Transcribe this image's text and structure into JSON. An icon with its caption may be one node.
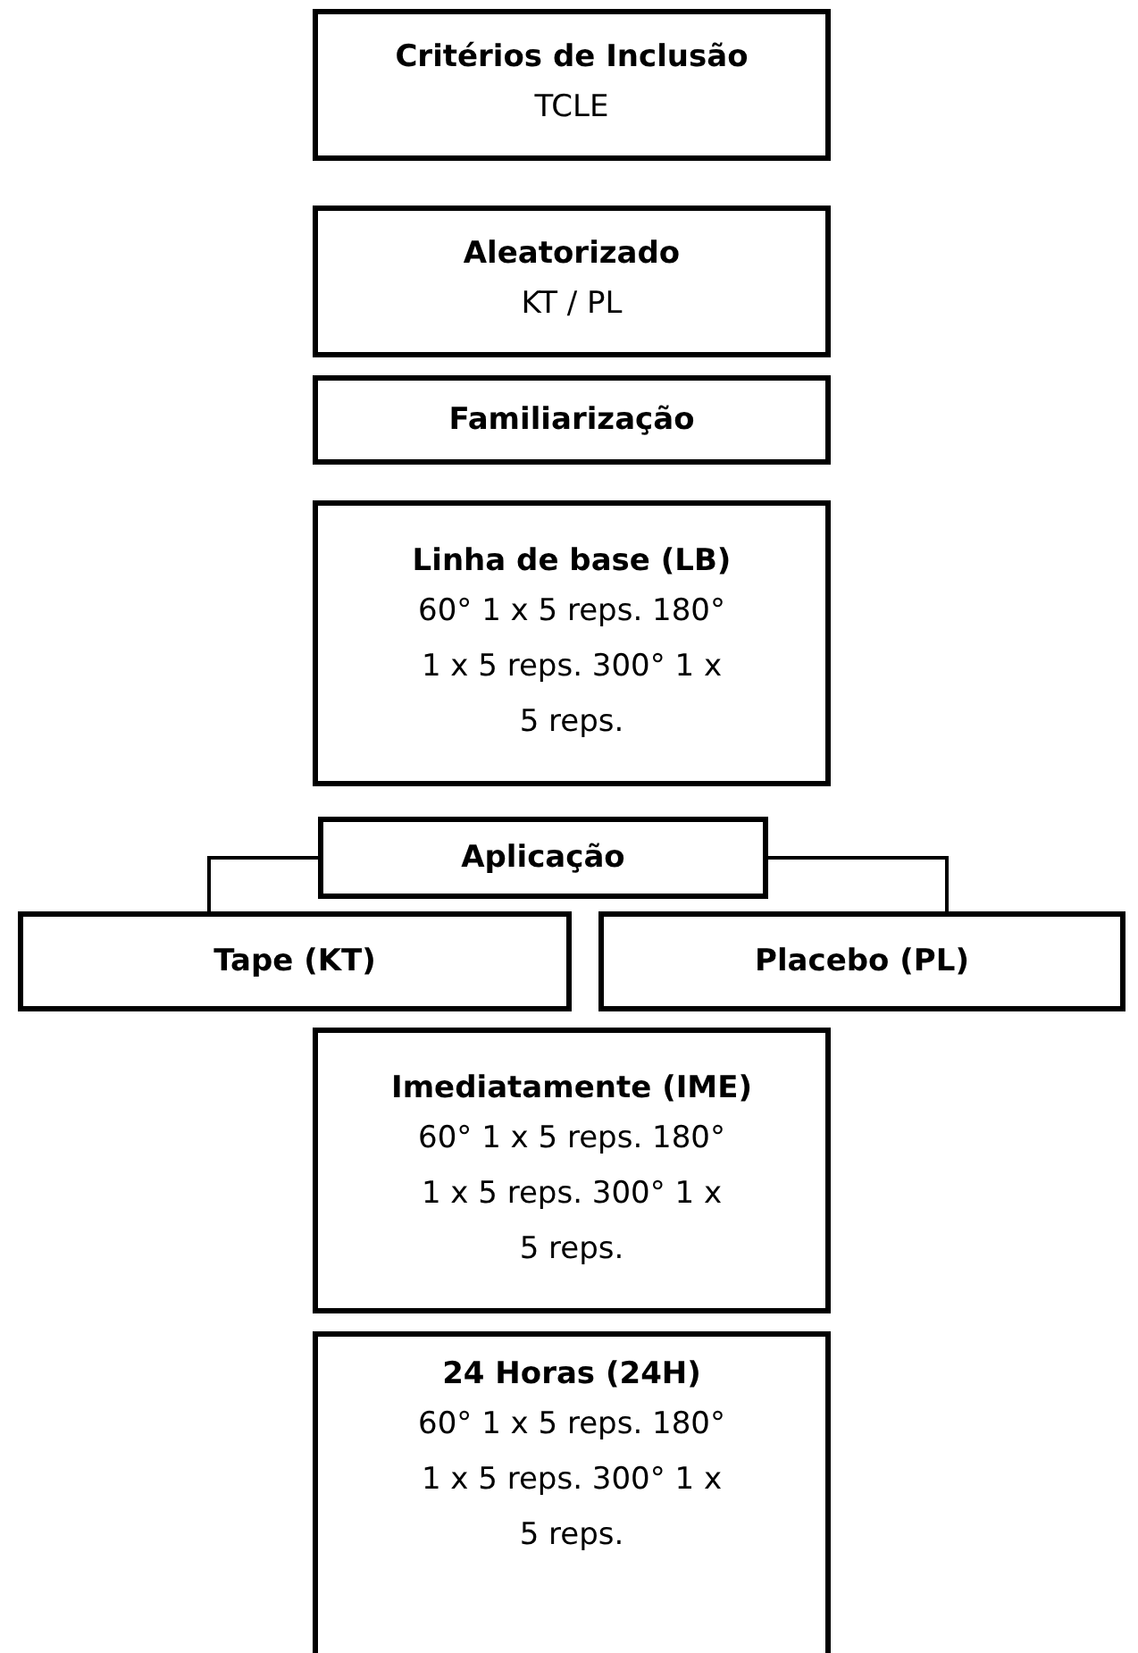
{
  "diagram": {
    "nodes": [
      {
        "text": [
          "Critérios de Inclusão",
          "TCLE"
        ]
      },
      {
        "text": [
          "Aleatorizado",
          "KT / PL"
        ]
      },
      {
        "text": [
          "Familiarização"
        ]
      },
      {
        "text": [
          "Linha de base (LB)",
          "60° 1 x 5 reps. 180° 1 x 5 reps. 300° 1 x 5 reps."
        ]
      },
      {
        "text": [
          "Aplicação"
        ]
      },
      {
        "text": [
          "Tape (KT)"
        ]
      },
      {
        "text": [
          "Placebo (PL)"
        ]
      },
      {
        "text": [
          "Imediatamente (IME)",
          "60° 1 x 5 reps. 180° 1 x 5 reps. 300° 1 x 5 reps."
        ]
      },
      {
        "text": [
          "24 Horas (24H)",
          "60° 1 x 5 reps. 180° 1 x 5 reps. 300° 1 x 5 reps."
        ]
      }
    ],
    "edges": [
      {
        "from": 4,
        "to": 5,
        "arrow": "none"
      },
      {
        "from": 4,
        "to": 6,
        "arrow": "none"
      }
    ]
  }
}
